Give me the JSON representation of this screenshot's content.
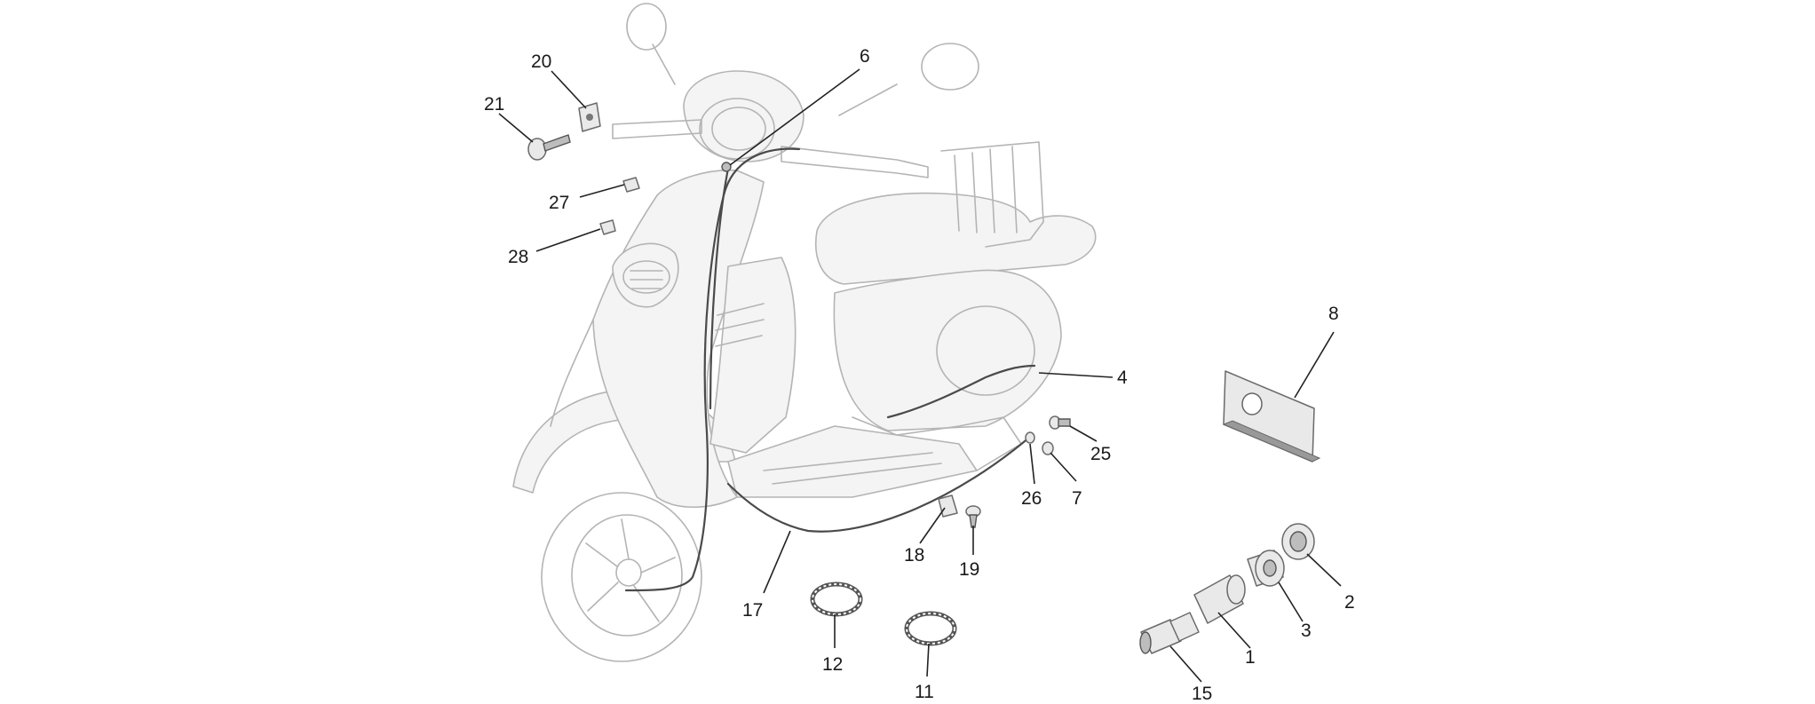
{
  "diagram": {
    "callouts": [
      {
        "id": "c1",
        "label": "1"
      },
      {
        "id": "c2",
        "label": "2"
      },
      {
        "id": "c3",
        "label": "3"
      },
      {
        "id": "c4",
        "label": "4"
      },
      {
        "id": "c6",
        "label": "6"
      },
      {
        "id": "c7",
        "label": "7"
      },
      {
        "id": "c8",
        "label": "8"
      },
      {
        "id": "c11",
        "label": "11"
      },
      {
        "id": "c12",
        "label": "12"
      },
      {
        "id": "c15",
        "label": "15"
      },
      {
        "id": "c17",
        "label": "17"
      },
      {
        "id": "c18",
        "label": "18"
      },
      {
        "id": "c19",
        "label": "19"
      },
      {
        "id": "c20",
        "label": "20"
      },
      {
        "id": "c21",
        "label": "21"
      },
      {
        "id": "c25",
        "label": "25"
      },
      {
        "id": "c26",
        "label": "26"
      },
      {
        "id": "c27",
        "label": "27"
      },
      {
        "id": "c28",
        "label": "28"
      }
    ]
  }
}
